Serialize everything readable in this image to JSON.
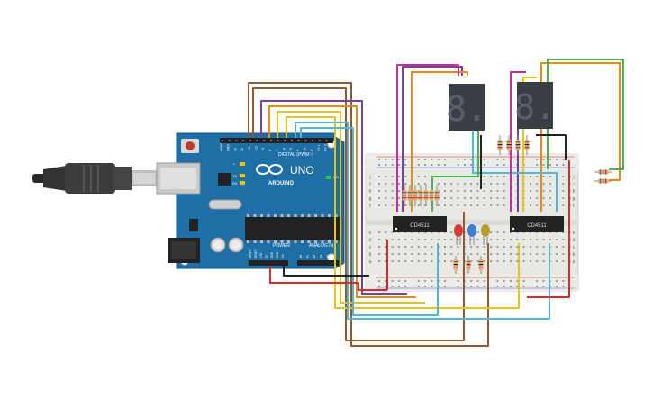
{
  "arduino": {
    "brand": "ARDUINO",
    "model": "UNO",
    "digital_label": "DIGITAL (PWM~)",
    "power_label": "POWER",
    "analog_label": "ANALOG IN",
    "on_label": "ON",
    "l_label": "L",
    "tx_label": "TX",
    "rx_label": "RX",
    "digital_pins": [
      "AREF",
      "GND",
      "13",
      "12",
      "~11",
      "~10",
      "~9",
      "8",
      "7",
      "~6",
      "~5",
      "4",
      "~3",
      "2",
      "TX 1",
      "RX 0"
    ],
    "power_pins": [
      "IOREF",
      "RESET",
      "3.3V",
      "5V",
      "GND",
      "GND",
      "Vin"
    ],
    "analog_pins": [
      "A0",
      "A1",
      "A2",
      "A3",
      "A4",
      "A5"
    ]
  },
  "breadboard": {
    "row_letters": [
      "a",
      "b",
      "c",
      "d",
      "e",
      "f",
      "g",
      "h",
      "i",
      "j"
    ]
  },
  "chips": {
    "left_label": "CD4511",
    "right_label": "CD4511"
  },
  "displays": {
    "left_digit": "8.",
    "right_digit": "8."
  },
  "colors": {
    "board": "#1d6fa6",
    "breadboard": "#e8e8e4",
    "chip": "#222222",
    "display": "#3a3f45",
    "wire_brown": "#8d5a32",
    "wire_purple": "#7b3fa0",
    "wire_orange": "#e58a12",
    "wire_yellow": "#e6c319",
    "wire_cyan": "#52b7d6",
    "wire_red": "#d62b2b",
    "wire_green": "#4caf50",
    "wire_magenta": "#c2339c",
    "wire_black": "#222222",
    "led_red": "#d63a3a",
    "led_blue": "#3b7fd0",
    "led_yellow": "#b5a02a"
  },
  "usb": {
    "icon": "usb-cable-icon"
  }
}
